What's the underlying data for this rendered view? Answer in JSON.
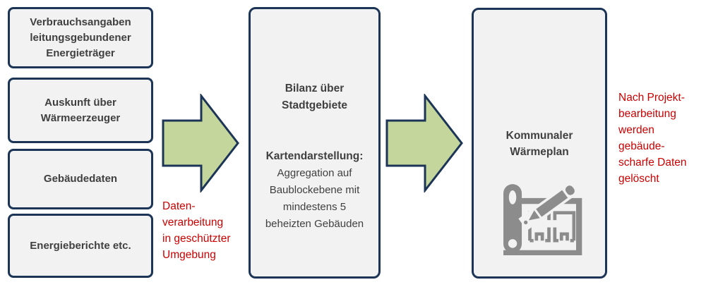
{
  "diagram_title": "Kommunaler Wärmeplan Datenfluss",
  "colors": {
    "box_fill": "#f2f2f2",
    "box_border": "#1c3557",
    "arrow_fill": "#c4d69b",
    "arrow_border": "#1c3557",
    "box_text": "#404040",
    "annotation_red": "#cc0000",
    "icon_gray": "#8c8c8c"
  },
  "source_boxes": [
    {
      "label": "Verbrauchsangaben\nleitungsgebundener\nEnergieträger"
    },
    {
      "label": "Auskunft über\nWärmeerzeuger"
    },
    {
      "label": "Gebäudedaten"
    },
    {
      "label": "Energieberichte etc."
    }
  ],
  "process_box": {
    "title": "Bilanz über\nStadtgebiete",
    "details_heading": "Kartendarstellung:",
    "details": "Aggregation auf\nBaublockebene mit\nmindestens 5\nbeheizten Gebäuden"
  },
  "result_box": {
    "title": "Kommunaler\nWärmeplan",
    "icon": "floor-plan-pencil-icon"
  },
  "annotations": {
    "processing": "Daten-\nverarbeitung\nin geschützter\nUmgebung",
    "deletion": "Nach Projekt-\nbearbeitung\nwerden\ngebäude-\nscharfe Daten\ngelöscht"
  }
}
